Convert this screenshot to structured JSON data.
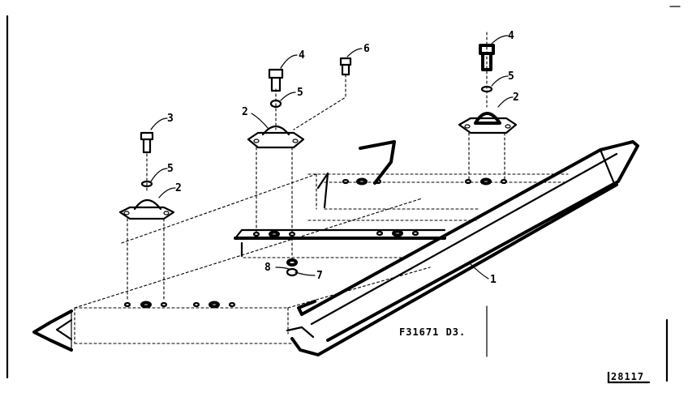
{
  "drawing": {
    "figure_code": "F31671 D3.",
    "plate_number": "28117"
  },
  "callouts": {
    "c1": "1",
    "c2a": "2",
    "c2b": "2",
    "c2c": "2",
    "c3": "3",
    "c4a": "4",
    "c4b": "4",
    "c5a": "5",
    "c5b": "5",
    "c5c": "5",
    "c6": "6",
    "c7": "7",
    "c8": "8"
  }
}
